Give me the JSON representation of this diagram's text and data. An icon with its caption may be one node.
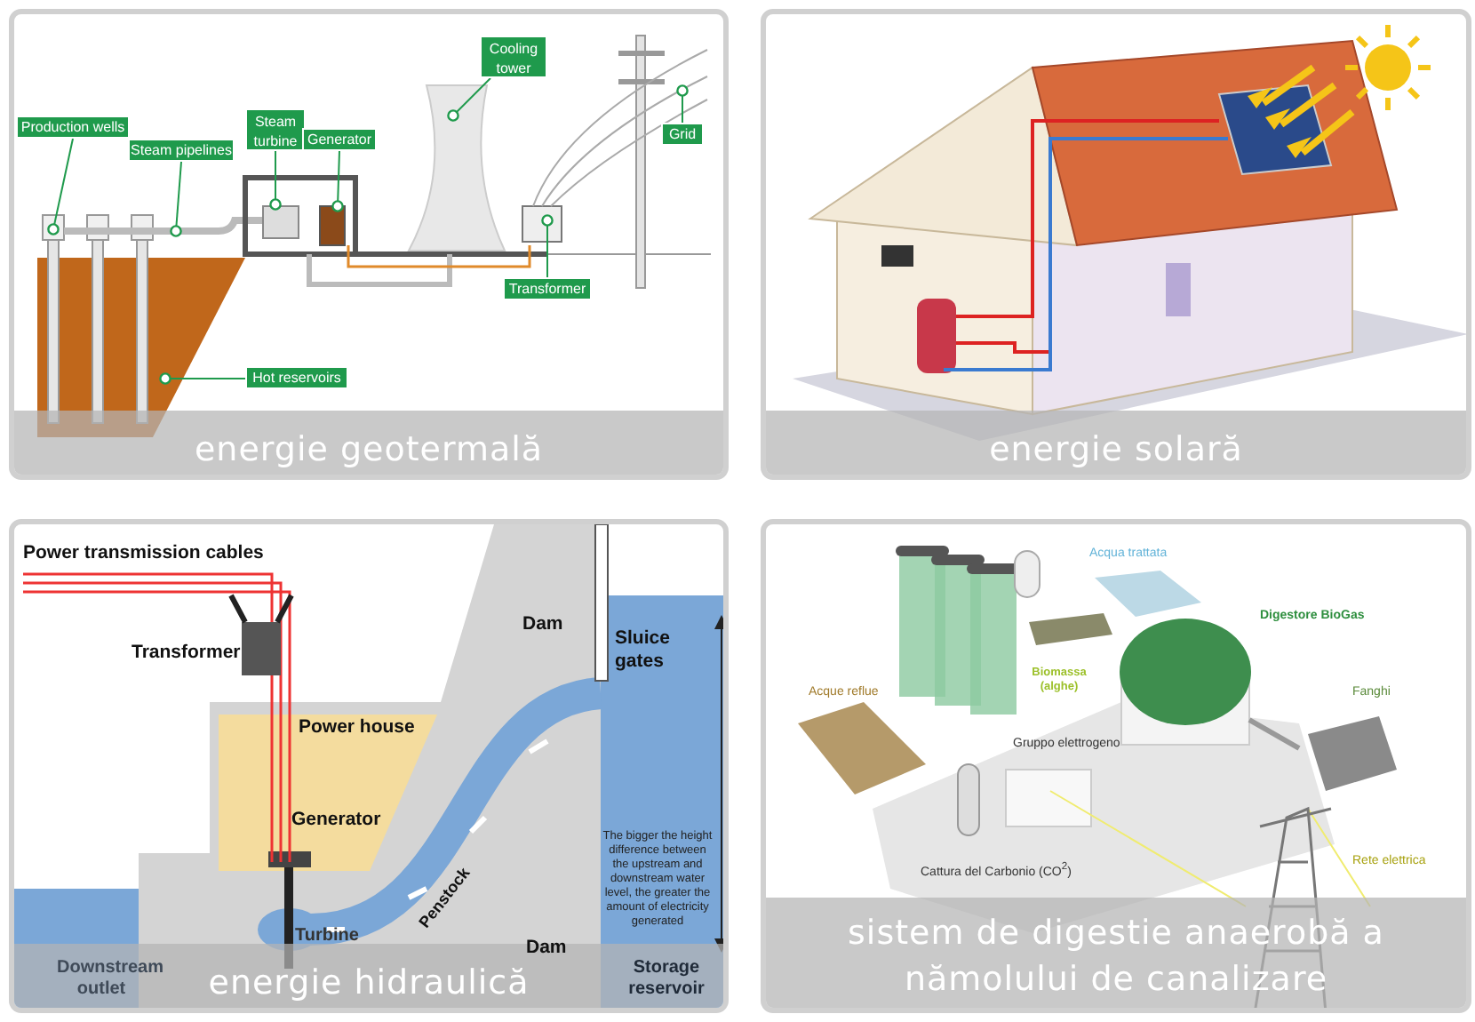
{
  "diagram": {
    "nodes": [
      {
        "text": [
          "energie geotermală"
        ]
      },
      {
        "text": [
          "Production wells"
        ],
        "in": 0
      },
      {
        "text": [
          "Steam pipelines"
        ],
        "in": 0
      },
      {
        "text": [
          "Steam turbine"
        ],
        "in": 0
      },
      {
        "text": [
          "Generator"
        ],
        "in": 0
      },
      {
        "text": [
          "Cooling tower"
        ],
        "in": 0
      },
      {
        "text": [
          "Grid"
        ],
        "in": 0
      },
      {
        "text": [
          "Transformer"
        ],
        "in": 0
      },
      {
        "text": [
          "Hot reservoirs"
        ],
        "in": 0
      },
      {
        "text": [
          "energie solară"
        ]
      },
      {
        "text": [
          "energie hidraulică"
        ]
      },
      {
        "text": [
          "sistem de digestie anaerobă a nămolului de canalizare"
        ]
      }
    ],
    "edges": [
      {
        "from": 1,
        "to": null,
        "arrow": "other"
      },
      {
        "from": 2,
        "to": null,
        "arrow": "other"
      },
      {
        "from": 3,
        "to": null,
        "arrow": "other"
      },
      {
        "from": 4,
        "to": null,
        "arrow": "other"
      },
      {
        "from": 5,
        "to": null,
        "arrow": "other"
      },
      {
        "from": 6,
        "to": null,
        "arrow": "other"
      },
      {
        "from": 7,
        "to": null,
        "arrow": "other"
      },
      {
        "from": 8,
        "to": null,
        "arrow": "other"
      }
    ],
    "labels": [
      "Power transmission cables",
      "Transformer",
      "Dam",
      "Sluice gates",
      "Power house",
      "Generator",
      "Penstock",
      "The bigger the height difference between the upstream and downstream water level, the greater the amount of electricity generated",
      "Dam",
      "Downstream outlet",
      "Turbine",
      "Storage reservoir",
      "Acqua trattata",
      "Digestore BioGas",
      "Biomassa (alghe)",
      "Acque reflue",
      "Fanghi",
      "Gruppo elettrogeno",
      "Cattura del Carbonio (CO$^{2}$)",
      "Rete elettrica"
    ]
  }
}
